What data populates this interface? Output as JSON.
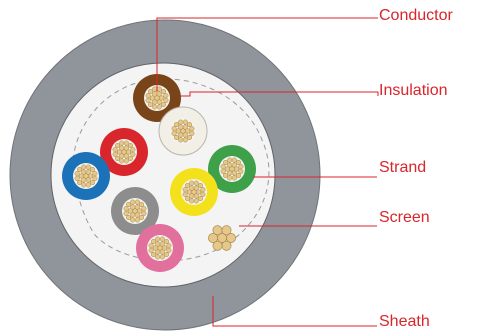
{
  "labels": {
    "conductor": "Conductor",
    "insulation": "Insulation",
    "strand": "Strand",
    "screen": "Screen",
    "sheath": "Sheath"
  },
  "colors": {
    "label_text": "#d9252b",
    "leader_line": "#d9252b",
    "sheath": "#8f959b",
    "sheath_edge": "#6e7479",
    "filler": "#f4f4f4",
    "copper": "#e6c98a",
    "copper_edge": "#a8894e",
    "insulation_brown": "#7a4419",
    "insulation_white": "#f2efe6",
    "insulation_red": "#d8262c",
    "insulation_blue": "#1b72b8",
    "insulation_green": "#3fa04a",
    "insulation_yellow": "#f3e21b",
    "insulation_grey": "#8d8d8d",
    "insulation_pink": "#e2709d"
  },
  "cores": [
    {
      "name": "core-brown",
      "color": "insulation_brown"
    },
    {
      "name": "core-white",
      "color": "insulation_white"
    },
    {
      "name": "core-red",
      "color": "insulation_red"
    },
    {
      "name": "core-blue",
      "color": "insulation_blue"
    },
    {
      "name": "core-green",
      "color": "insulation_green"
    },
    {
      "name": "core-yellow",
      "color": "insulation_yellow"
    },
    {
      "name": "core-grey",
      "color": "insulation_grey"
    },
    {
      "name": "core-pink",
      "color": "insulation_pink"
    }
  ]
}
